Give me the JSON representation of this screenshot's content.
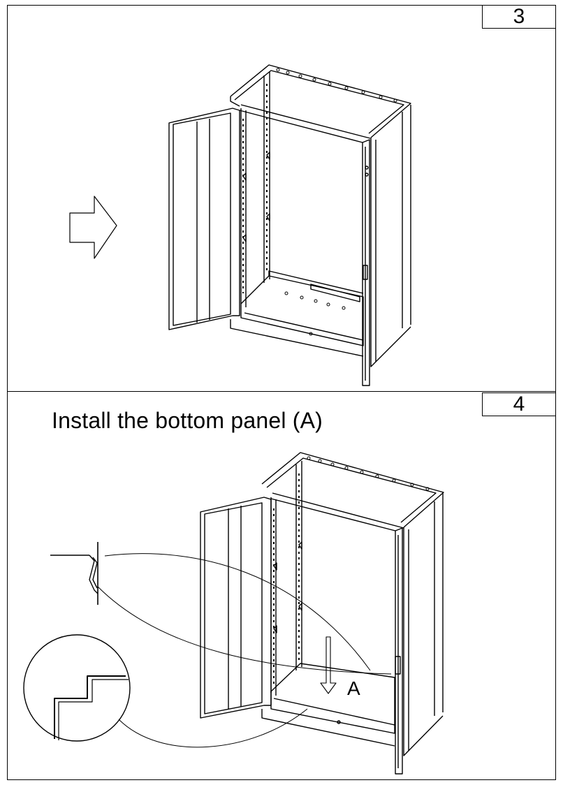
{
  "steps": [
    {
      "number": "3",
      "instruction": ""
    },
    {
      "number": "4",
      "instruction": "Install the bottom panel (A)",
      "part_label": "A"
    }
  ],
  "icons": [
    "right-arrow-icon",
    "down-arrow-icon"
  ]
}
